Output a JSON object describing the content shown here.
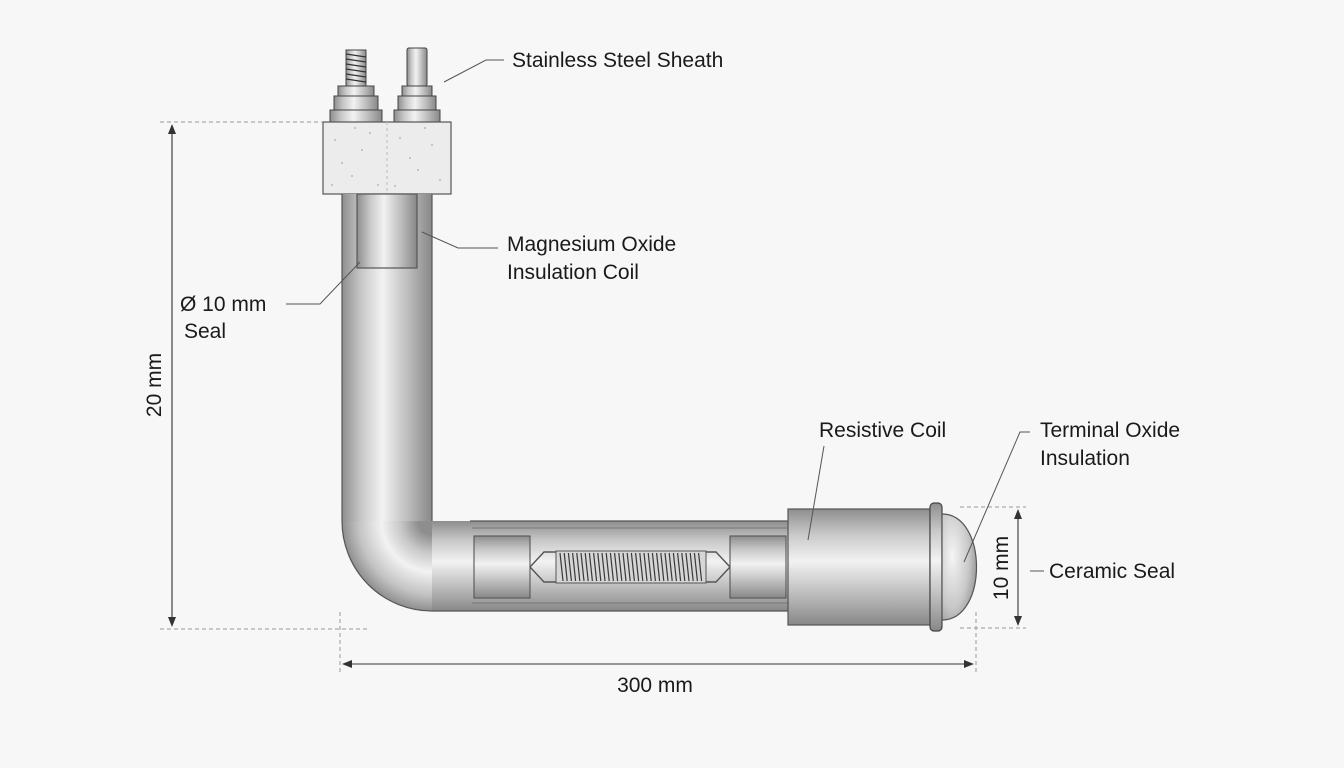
{
  "labels": {
    "sheath": "Stainless Steel Sheath",
    "mgo_line1": "Magnesium Oxide",
    "mgo_line2": "Insulation Coil",
    "seal_dim_line1": "Ø 10 mm",
    "seal_dim_line2": "Seal",
    "resistive_coil": "Resistive Coil",
    "terminal_line1": "Terminal Oxide",
    "terminal_line2": "Insulation",
    "ceramic_seal": "Ceramic Seal"
  },
  "dimensions": {
    "height": "20 mm",
    "length": "300 mm",
    "diameter": "10 mm"
  },
  "colors": {
    "background": "#f7f7f7",
    "metal_dark": "#8f8f8f",
    "metal_light": "#ececec",
    "block": "#ededed",
    "line": "#444444"
  }
}
